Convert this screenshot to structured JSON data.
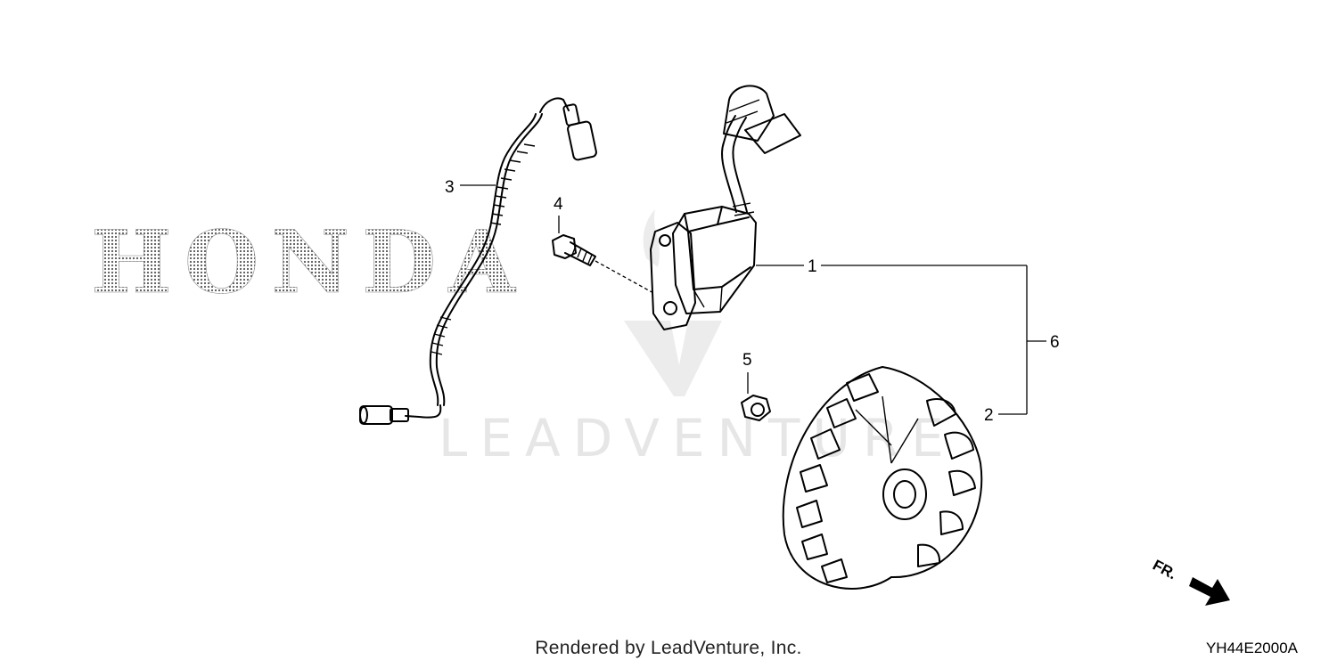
{
  "diagram": {
    "brand_logo": "HONDA",
    "watermark": "LEADVENTURE",
    "callouts": {
      "ignition_coil": "1",
      "flywheel": "2",
      "stop_switch_wire": "3",
      "coil_bolt": "4",
      "flywheel_nut": "5",
      "assembly_group": "6"
    },
    "direction_label": "FR.",
    "figure_code": "YH44E2000A",
    "footer": "Rendered by LeadVenture, Inc."
  }
}
